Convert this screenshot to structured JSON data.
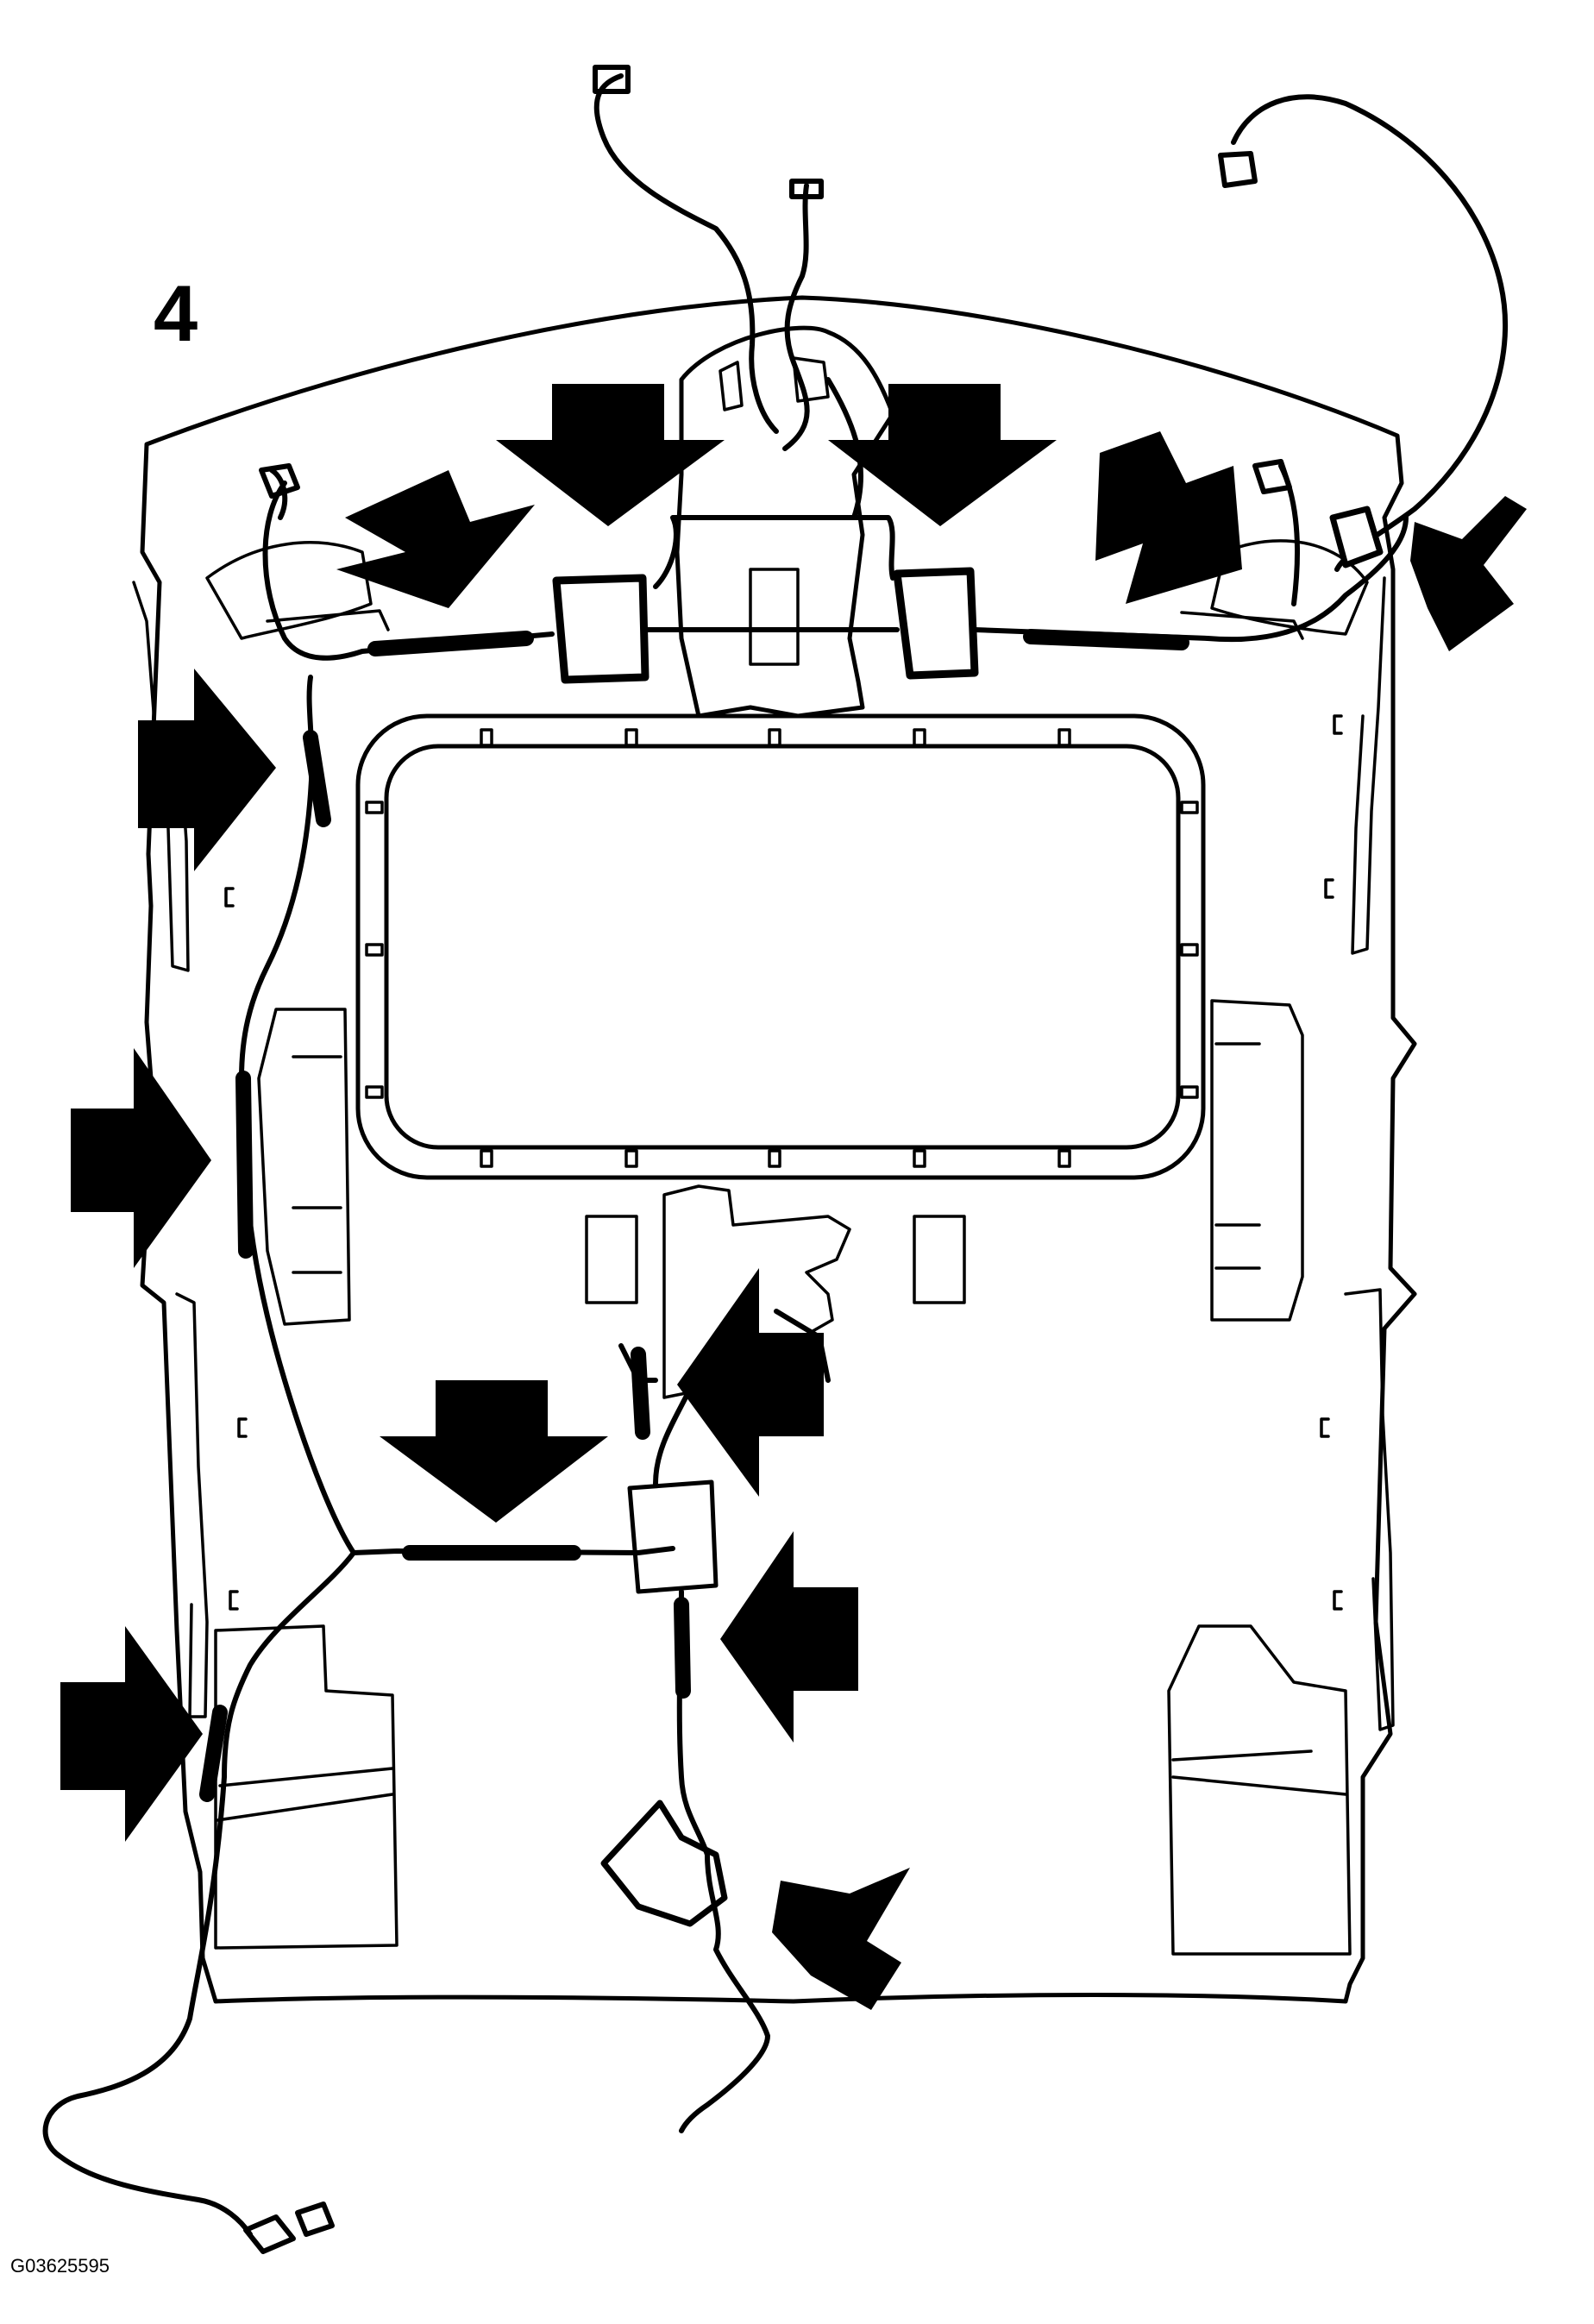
{
  "figure": {
    "step_label": "4",
    "figure_id": "G03625595"
  },
  "icons": {
    "arrow": "installation-point-arrow",
    "connector": "wire-connector",
    "clip": "harness-clip"
  },
  "colors": {
    "ink": "#000000",
    "paper": "#ffffff"
  }
}
